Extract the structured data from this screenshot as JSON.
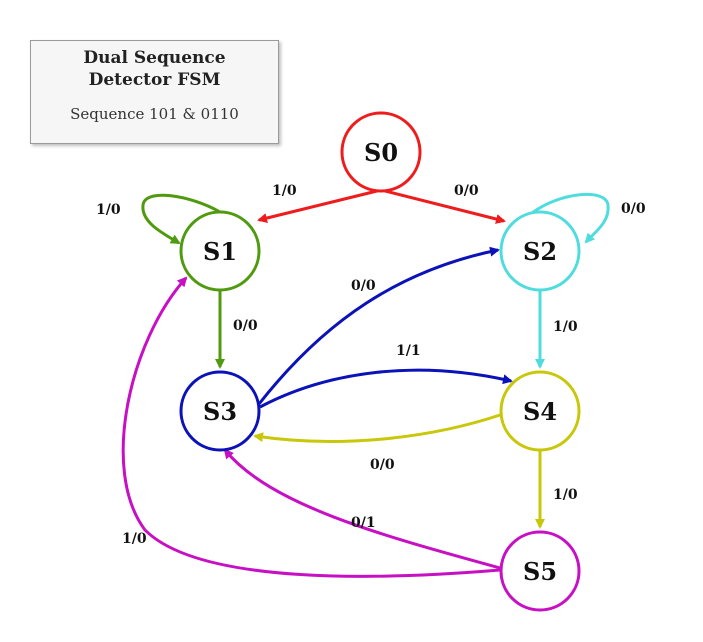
{
  "title": {
    "line1": "Dual Sequence",
    "line2": "Detector FSM",
    "subtitle": "Sequence 101 & 0110"
  },
  "states": {
    "s0": "S0",
    "s1": "S1",
    "s2": "S2",
    "s3": "S3",
    "s4": "S4",
    "s5": "S5"
  },
  "colors": {
    "s0": "#ee1c1c",
    "s1": "#4f9a0f",
    "s2": "#4fdcdf",
    "s3": "#0a12b8",
    "s4": "#c8c70a",
    "s5": "#c710c4"
  },
  "transitions": {
    "s0_s1": "1/0",
    "s0_s2": "0/0",
    "s1_s1": "1/0",
    "s2_s2": "0/0",
    "s1_s3": "0/0",
    "s2_s4": "1/0",
    "s3_s2": "0/0",
    "s3_s4": "1/1",
    "s4_s3": "0/0",
    "s4_s5": "1/0",
    "s5_s3": "0/1",
    "s5_s1": "1/0"
  }
}
